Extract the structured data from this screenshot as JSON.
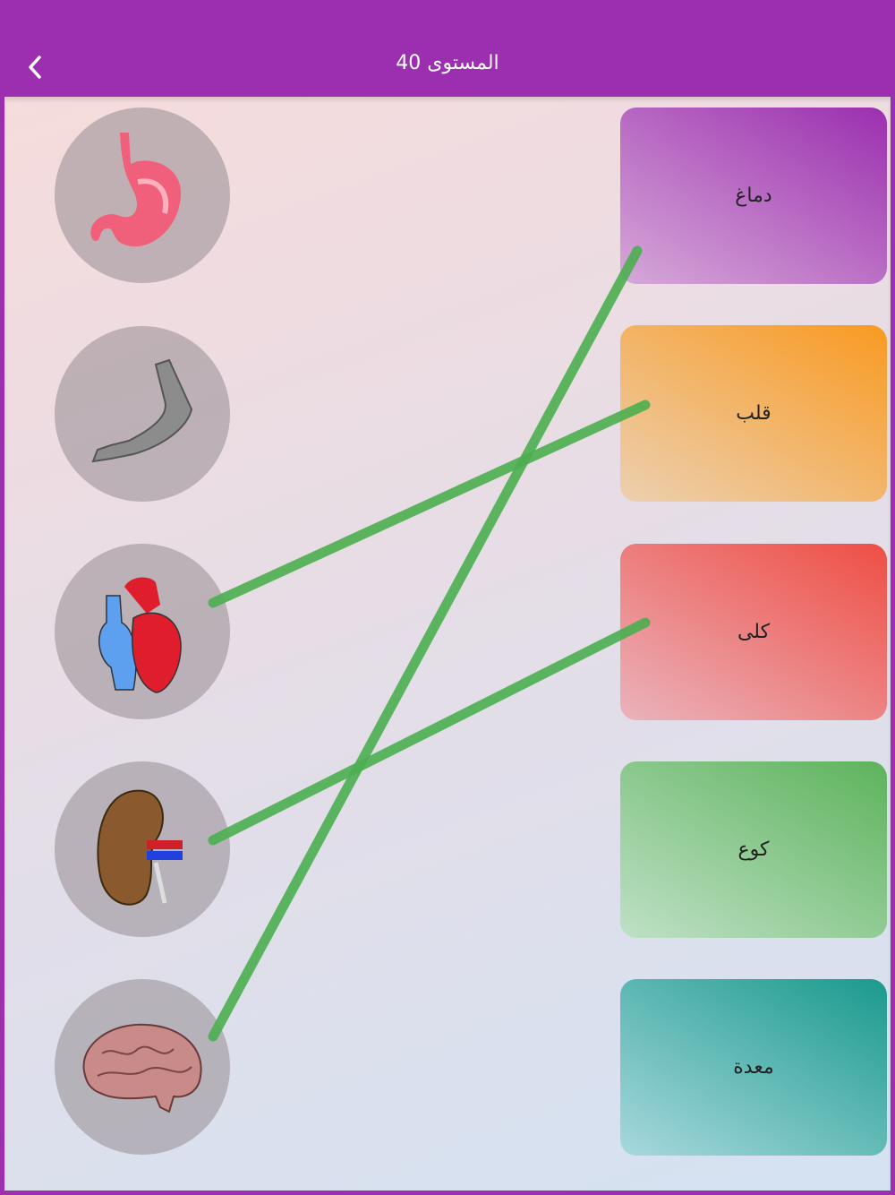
{
  "header": {
    "title": "المستوى 40",
    "back_icon": "chevron-left-icon"
  },
  "images": [
    {
      "organ": "stomach"
    },
    {
      "organ": "arm"
    },
    {
      "organ": "heart"
    },
    {
      "organ": "kidney"
    },
    {
      "organ": "brain"
    }
  ],
  "cards": [
    {
      "label": "دماغ",
      "from": "#d6a8d8",
      "to": "#9b2faf"
    },
    {
      "label": "قلب",
      "from": "#ecd0b0",
      "to": "#f99a22"
    },
    {
      "label": "كلى",
      "from": "#eab3bc",
      "to": "#ef4e44"
    },
    {
      "label": "كوع",
      "from": "#bfe0c6",
      "to": "#5db35c"
    },
    {
      "label": "معدة",
      "from": "#a8d8de",
      "to": "#1a9a8c"
    }
  ],
  "connections": [
    {
      "image": 4,
      "card": 0
    },
    {
      "image": 2,
      "card": 1
    },
    {
      "image": 3,
      "card": 2
    }
  ],
  "line_color": "#4caf50"
}
